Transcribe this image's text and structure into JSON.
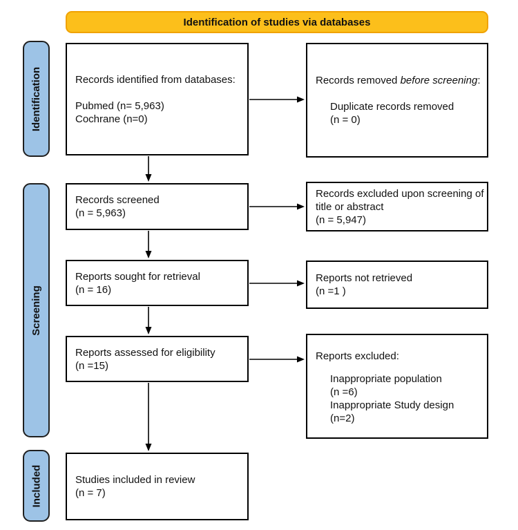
{
  "banner": {
    "label": "Identification of studies via databases"
  },
  "stages": {
    "identification": "Identification",
    "screening": "Screening",
    "included": "Included"
  },
  "flow": {
    "identification": {
      "records_identified": {
        "heading": "Records identified from databases:",
        "sources": [
          "Pubmed (n= 5,963)",
          "Cochrane (n=0)"
        ]
      },
      "records_removed": {
        "prefix": "Records removed ",
        "emphasis": "before screening",
        "suffix": ":",
        "detail": "Duplicate records removed",
        "count": "(n = 0)"
      }
    },
    "screening": {
      "records_screened": {
        "line1": "Records screened",
        "line2": "(n = 5,963)"
      },
      "records_excluded": {
        "line1": "Records excluded upon screening of",
        "line2": "title or abstract",
        "line3": "(n = 5,947)"
      },
      "reports_sought": {
        "line1": "Reports sought for retrieval",
        "line2": "(n = 16)"
      },
      "reports_not_retrieved": {
        "line1": "Reports not retrieved",
        "line2": "(n =1 )"
      },
      "reports_assessed": {
        "line1": "Reports assessed for eligibility",
        "line2": "(n =15)"
      },
      "reports_excluded": {
        "heading": "Reports excluded:",
        "reasons": [
          "Inappropriate population",
          "(n =6)",
          "Inappropriate Study design",
          "(n=2)"
        ]
      }
    },
    "included": {
      "studies_included": {
        "line1": "Studies included in review",
        "line2": "(n = 7)"
      }
    }
  },
  "colors": {
    "banner_fill": "#FCBF1B",
    "banner_border": "#F0A202",
    "stage_fill": "#9DC3E6",
    "stage_border": "#1F1F1F",
    "box_border": "#000000"
  }
}
